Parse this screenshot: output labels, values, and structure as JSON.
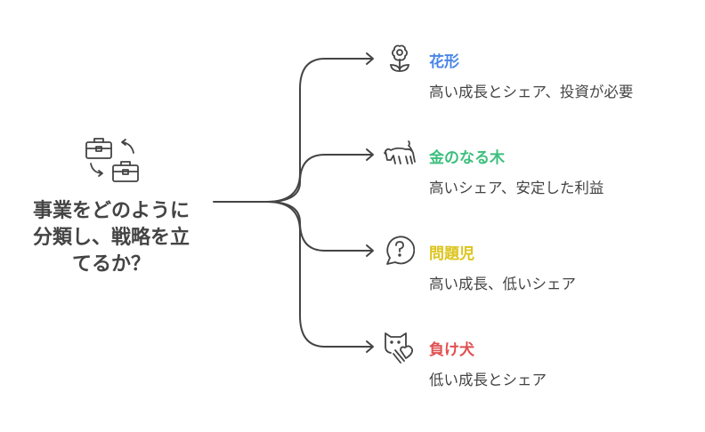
{
  "center": {
    "lines": [
      "事業をどのように",
      "分類し、戦略を立",
      "てるか？"
    ],
    "icon": "briefcase-swap-icon"
  },
  "branches": [
    {
      "title": "花形",
      "description": "高い成長とシェア、投資が必要",
      "color": "#4a86e8",
      "icon": "flower-icon"
    },
    {
      "title": "金のなる木",
      "description": "高いシェア、安定した利益",
      "color": "#3dbf7e",
      "icon": "bull-icon"
    },
    {
      "title": "問題児",
      "description": "高い成長、低いシェア",
      "color": "#dcc41c",
      "icon": "question-bubble-icon"
    },
    {
      "title": "負け犬",
      "description": "低い成長とシェア",
      "color": "#e05050",
      "icon": "sad-dog-icon"
    }
  ]
}
